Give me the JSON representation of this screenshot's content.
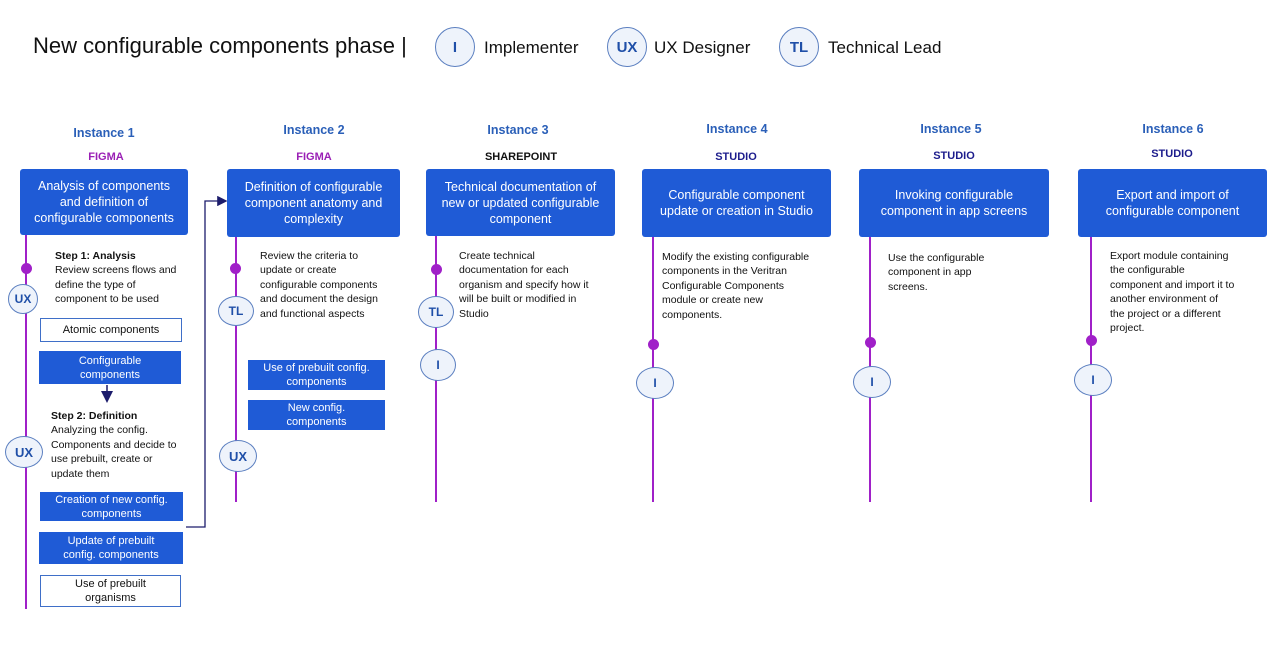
{
  "header": {
    "title": "New configurable components phase |",
    "roles": [
      {
        "abbr": "I",
        "label": "Implementer"
      },
      {
        "abbr": "UX",
        "label": "UX Designer"
      },
      {
        "abbr": "TL",
        "label": "Technical Lead"
      }
    ]
  },
  "instances": [
    {
      "title": "Instance 1",
      "tool": "FIGMA",
      "box": "Analysis of components and definition of configurable components",
      "step1_title": "Step 1: Analysis",
      "step1_text": "Review screens flows and define the type of component to be used",
      "step1_role": "UX",
      "options1": [
        "Atomic components",
        "Configurable components"
      ],
      "step2_title": "Step  2: Definition",
      "step2_text": "Analyzing the config. Components and decide to use prebuilt, create or update them",
      "step2_role": "UX",
      "options2": [
        "Creation of new config. components",
        "Update of prebuilt config. components",
        "Use of prebuilt  organisms"
      ]
    },
    {
      "title": "Instance 2",
      "tool": "FIGMA",
      "box": "Definition of configurable component  anatomy and complexity",
      "text": "Review the criteria to update or create configurable components and document the design and functional aspects",
      "roles": [
        "TL",
        "UX"
      ],
      "options": [
        "Use of prebuilt  config. components",
        "New config. components"
      ]
    },
    {
      "title": "Instance 3",
      "tool": "SHAREPOINT",
      "box": "Technical documentation of new or updated configurable component",
      "text": "Create technical documentation for each organism and specify how it will be built or modified in Studio",
      "roles": [
        "TL",
        "I"
      ]
    },
    {
      "title": "Instance 4",
      "tool": "STUDIO",
      "box": "Configurable component update or creation in Studio",
      "text": "Modify the existing configurable components in the Veritran Configurable Components module or create new components.",
      "roles": [
        "I"
      ]
    },
    {
      "title": "Instance 5",
      "tool": "STUDIO",
      "box": "Invoking configurable component in app screens",
      "text": "Use the configurable component in app screens.",
      "roles": [
        "I"
      ]
    },
    {
      "title": "Instance 6",
      "tool": "STUDIO",
      "box": "Export and import of configurable component",
      "text": "Export module containing the configurable component and import it to another environment of the project or a different project.",
      "roles": [
        "I"
      ]
    }
  ]
}
